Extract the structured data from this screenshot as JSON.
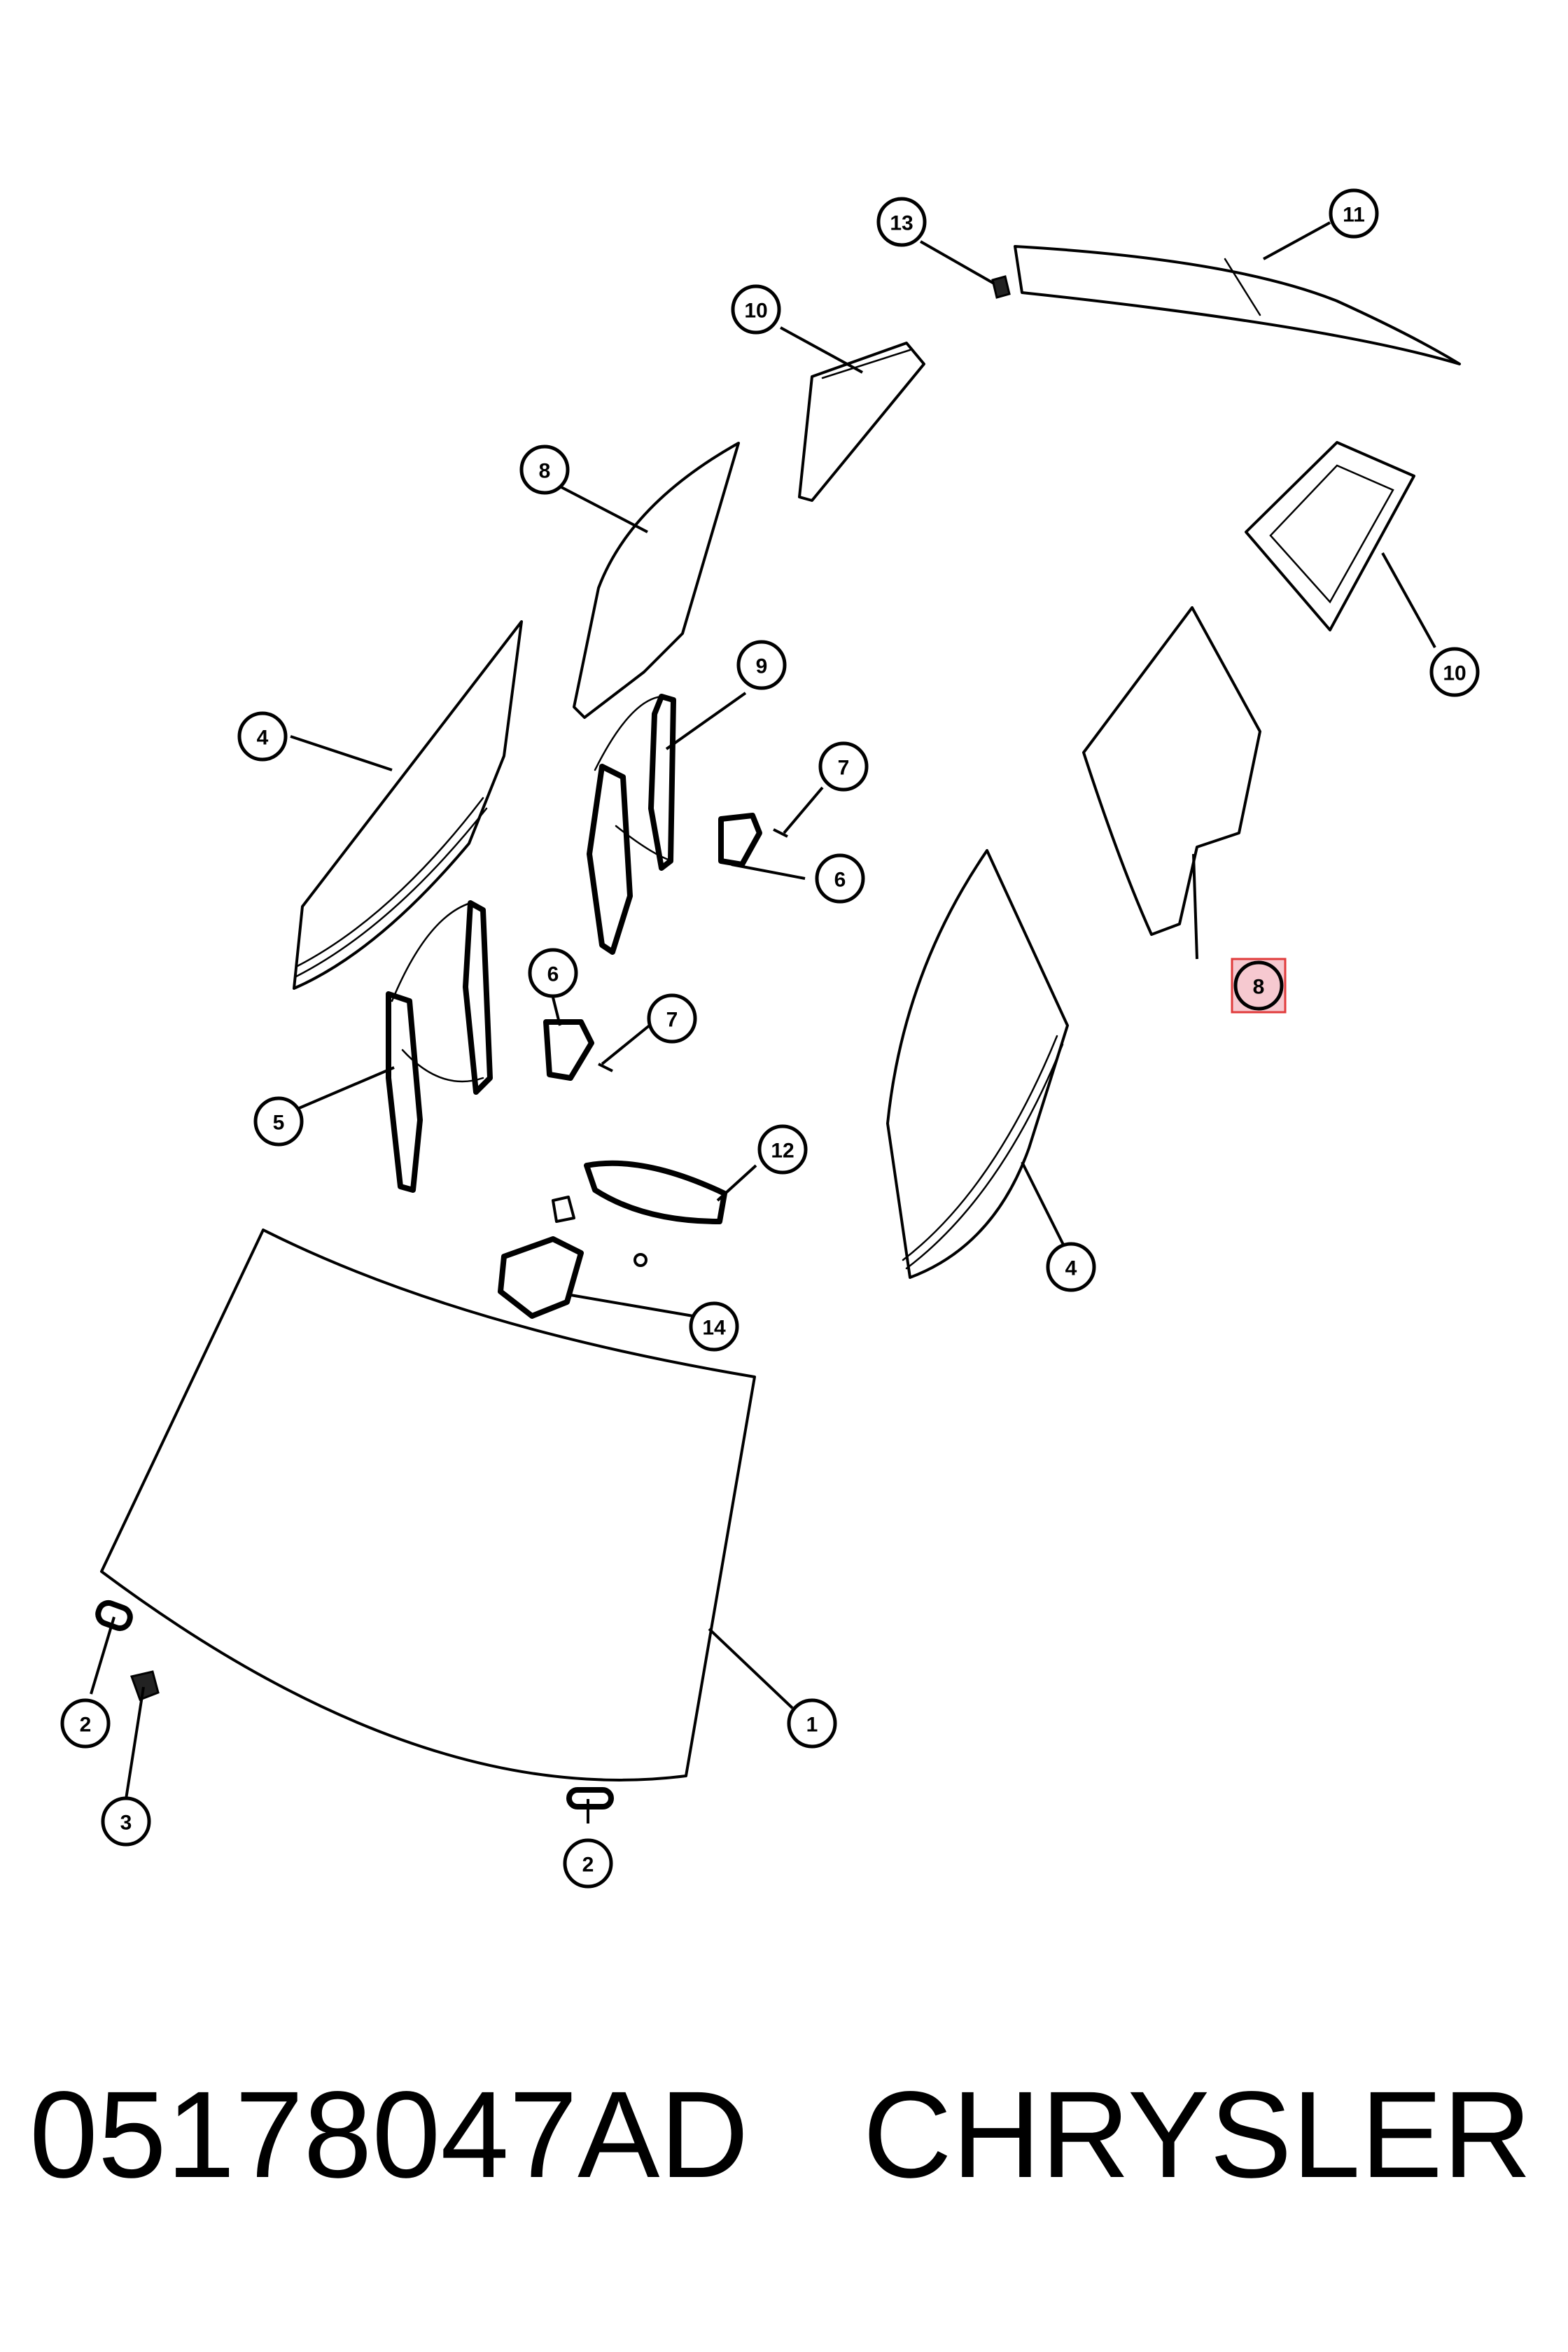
{
  "diagram": {
    "callouts": [
      {
        "id": "c1",
        "label": "1"
      },
      {
        "id": "c2a",
        "label": "2"
      },
      {
        "id": "c2b",
        "label": "2"
      },
      {
        "id": "c3",
        "label": "3"
      },
      {
        "id": "c4a",
        "label": "4"
      },
      {
        "id": "c4b",
        "label": "4"
      },
      {
        "id": "c5",
        "label": "5"
      },
      {
        "id": "c6a",
        "label": "6"
      },
      {
        "id": "c6b",
        "label": "6"
      },
      {
        "id": "c7a",
        "label": "7"
      },
      {
        "id": "c7b",
        "label": "7"
      },
      {
        "id": "c8a",
        "label": "8"
      },
      {
        "id": "c8b",
        "label": "8",
        "highlighted": true
      },
      {
        "id": "c9",
        "label": "9"
      },
      {
        "id": "c10a",
        "label": "10"
      },
      {
        "id": "c10b",
        "label": "10"
      },
      {
        "id": "c11",
        "label": "11"
      },
      {
        "id": "c12",
        "label": "12"
      },
      {
        "id": "c13",
        "label": "13"
      },
      {
        "id": "c14",
        "label": "14"
      }
    ],
    "highlight_color": "#f6c9d0",
    "highlight_border_color": "#e03b3b"
  },
  "caption": {
    "part_number": "05178047AD",
    "brand": "CHRYSLER"
  }
}
